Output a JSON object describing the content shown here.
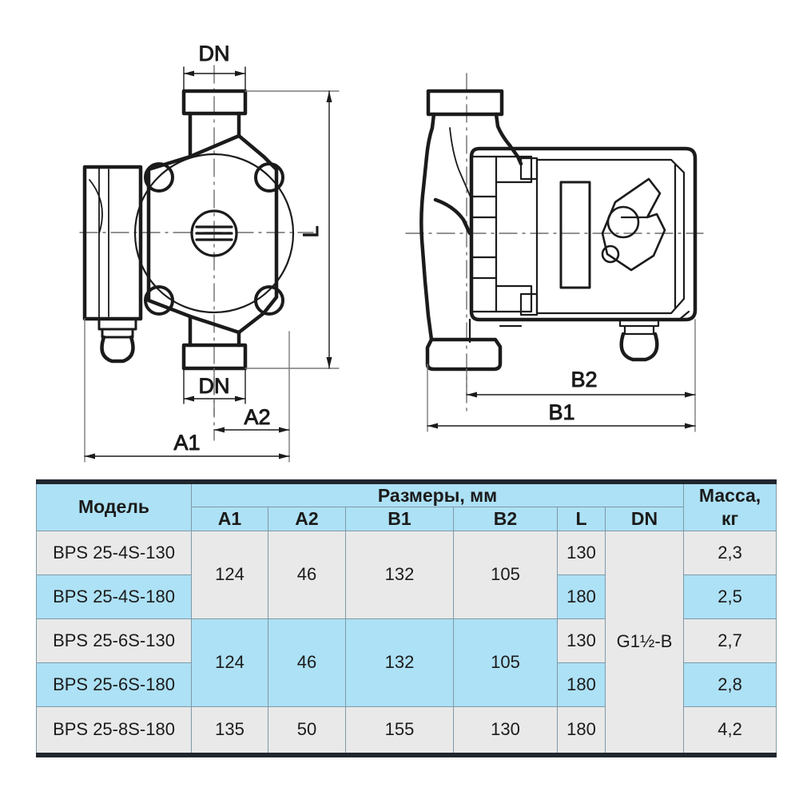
{
  "drawings": {
    "front_view": {
      "name": "pump-front-view",
      "labels": {
        "dn_top": "DN",
        "dn_bottom": "DN",
        "length": "L",
        "a1": "A1",
        "a2": "A2"
      }
    },
    "side_view": {
      "name": "pump-side-view",
      "labels": {
        "b1": "B1",
        "b2": "B2"
      }
    }
  },
  "table": {
    "header": {
      "model": "Модель",
      "dimensions_group": "Размеры, мм",
      "mass_line1": "Масса,",
      "mass_line2": "кг",
      "sub": [
        "A1",
        "A2",
        "B1",
        "B2",
        "L",
        "DN"
      ]
    },
    "dn_value": "G1½-B",
    "rows": [
      {
        "model": "BPS 25-4S-130",
        "a1": "124",
        "a2": "46",
        "b1": "132",
        "b2": "105",
        "l": "130",
        "dn": "G1½-B",
        "mass": "2,3",
        "model_shade": "gray",
        "group_shade": "gray",
        "l_shade": "gray",
        "mass_shade": "gray"
      },
      {
        "model": "BPS 25-4S-180",
        "a1": "124",
        "a2": "46",
        "b1": "132",
        "b2": "105",
        "l": "180",
        "dn": "G1½-B",
        "mass": "2,5",
        "model_shade": "blue",
        "group_shade": "gray",
        "l_shade": "blue",
        "mass_shade": "blue"
      },
      {
        "model": "BPS 25-6S-130",
        "a1": "124",
        "a2": "46",
        "b1": "132",
        "b2": "105",
        "l": "130",
        "dn": "G1½-B",
        "mass": "2,7",
        "model_shade": "gray",
        "group_shade": "blue",
        "l_shade": "gray",
        "mass_shade": "gray"
      },
      {
        "model": "BPS 25-6S-180",
        "a1": "124",
        "a2": "46",
        "b1": "132",
        "b2": "105",
        "l": "180",
        "dn": "G1½-B",
        "mass": "2,8",
        "model_shade": "blue",
        "group_shade": "blue",
        "l_shade": "blue",
        "mass_shade": "blue"
      },
      {
        "model": "BPS 25-8S-180",
        "a1": "135",
        "a2": "50",
        "b1": "155",
        "b2": "130",
        "l": "180",
        "dn": "G1½-B",
        "mass": "4,2",
        "model_shade": "gray",
        "group_shade": "gray",
        "l_shade": "gray",
        "mass_shade": "gray"
      }
    ],
    "merged_groups": [
      {
        "label": "group-124-46-132-105-a",
        "a1": "124",
        "a2": "46",
        "b1": "132",
        "b2": "105",
        "rows": 2,
        "shade": "gray"
      },
      {
        "label": "group-124-46-132-105-b",
        "a1": "124",
        "a2": "46",
        "b1": "132",
        "b2": "105",
        "rows": 2,
        "shade": "blue"
      }
    ]
  },
  "colors": {
    "accent_blue": "#ADE1F5",
    "cell_gray": "#E9E9E9",
    "border_dark": "#20262E",
    "border_line": "#7F99A8",
    "ink": "#1B1B1B"
  }
}
